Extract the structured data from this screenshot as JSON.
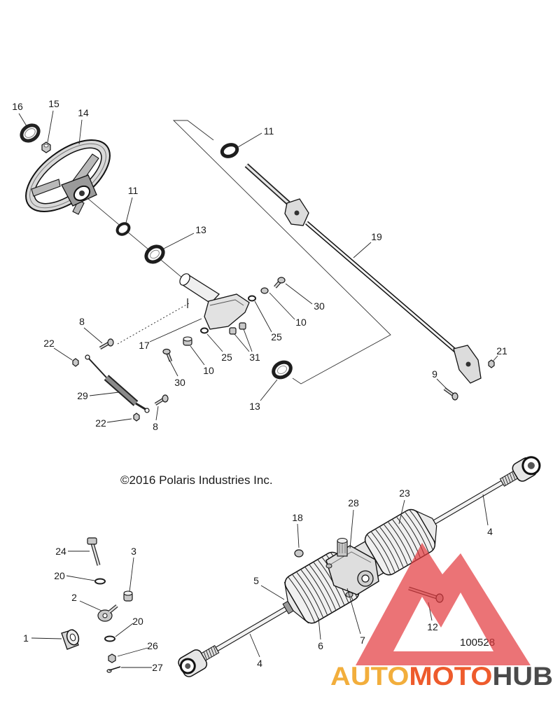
{
  "copyright": "©2016 Polaris Industries Inc.",
  "figure_id": "100528",
  "callouts": {
    "upper": [
      "16",
      "15",
      "14",
      "11",
      "13",
      "11",
      "19",
      "30",
      "10",
      "25",
      "31",
      "25",
      "10",
      "17",
      "8",
      "22",
      "30",
      "29",
      "22",
      "8",
      "13",
      "9",
      "21"
    ],
    "lower": [
      "28",
      "23",
      "4",
      "18",
      "24",
      "3",
      "20",
      "5",
      "2",
      "12",
      "20",
      "1",
      "6",
      "7",
      "26",
      "4",
      "27"
    ]
  },
  "watermark": {
    "part1": "AUTO",
    "part2": "MOTO",
    "part3": "HUB",
    "colors": {
      "part1": "#f2ae3c",
      "part2": "#ee5b2c",
      "part3": "#4a4a4a",
      "logo": "#e2383c"
    }
  }
}
